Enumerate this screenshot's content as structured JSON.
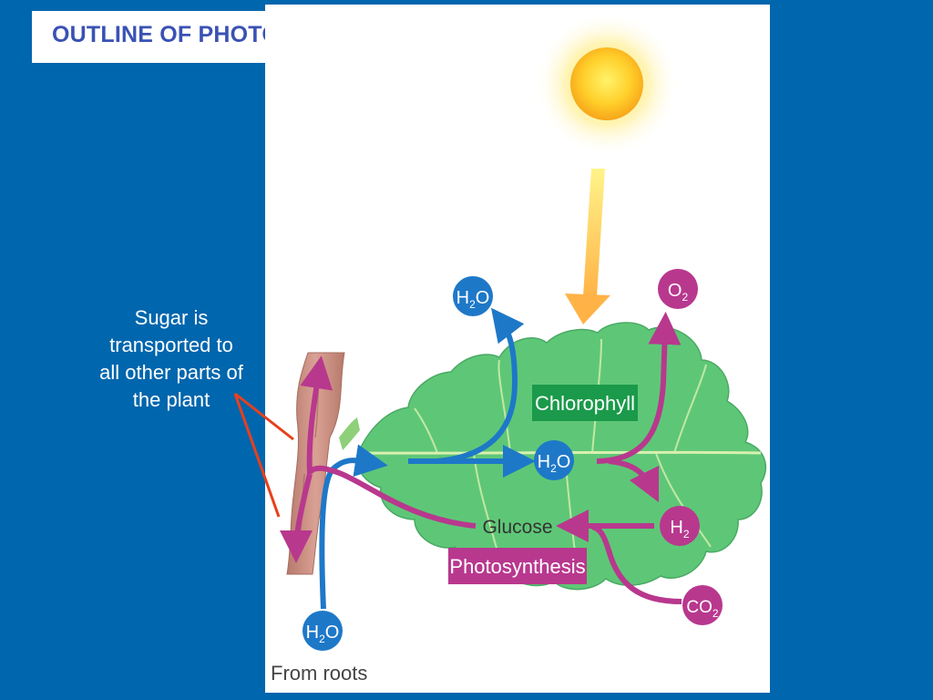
{
  "title": "OUTLINE OF PHOTOSYNTHESIS",
  "caption": {
    "lines": [
      "Sugar is",
      "transported to",
      "all other parts of",
      "the plant"
    ]
  },
  "labels": {
    "chlorophyll": "Chlorophyll",
    "photosynthesis": "Photosynthesis",
    "glucose": "Glucose",
    "from_roots": "From roots"
  },
  "molecules": {
    "h2o_top": {
      "base": "H",
      "sub": "2",
      "tail": "O"
    },
    "h2o_mid": {
      "base": "H",
      "sub": "2",
      "tail": "O"
    },
    "h2o_roots": {
      "base": "H",
      "sub": "2",
      "tail": "O"
    },
    "o2": {
      "base": "O",
      "sub": "2",
      "tail": ""
    },
    "h2": {
      "base": "H",
      "sub": "2",
      "tail": ""
    },
    "co2": {
      "base": "CO",
      "sub": "2",
      "tail": ""
    }
  },
  "colors": {
    "background": "#0066ad",
    "title_text": "#3a52b4",
    "water_blue": "#1e78c8",
    "magenta": "#b8388e",
    "leaf_green": "#5ec777",
    "chlorophyll_label_bg": "#1a9a4a",
    "photosynthesis_label_bg": "#b8388e",
    "sun": "#ffc21a",
    "stem": "#c48a7a",
    "pointer_line": "#e8401c"
  },
  "icons": [
    "sun-icon",
    "leaf-icon",
    "stem-icon",
    "sunlight-arrow-icon",
    "pointer-line-icon"
  ]
}
